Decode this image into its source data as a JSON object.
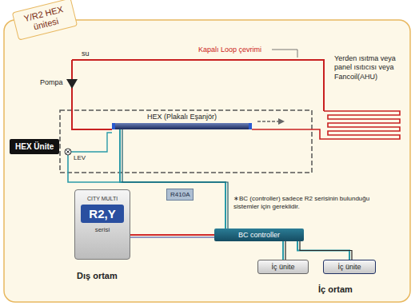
{
  "diagram": {
    "title": "Y/R2 HEX ünitesi",
    "nodes": [
      {
        "text": [
          "HEX Ünite"
        ]
      },
      {
        "text": [
          "HEX (Plakalı Eşanjör)"
        ]
      },
      {
        "text": [
          "CITY MULTI",
          "R2,Y",
          "serisi"
        ]
      },
      {
        "text": [
          "R410A"
        ]
      },
      {
        "text": [
          "BC controller"
        ]
      },
      {
        "text": [
          "İç ünite"
        ]
      },
      {
        "text": [
          "İç ünite"
        ]
      }
    ],
    "edges": [
      {
        "from": 2,
        "to": 4,
        "arrow": "none"
      },
      {
        "from": 1,
        "to": 4,
        "arrow": "none"
      },
      {
        "from": 4,
        "to": 5,
        "arrow": "none"
      },
      {
        "from": 4,
        "to": 6,
        "arrow": "none"
      }
    ],
    "labels": [
      "su",
      "Kapalı Loop çevrimi",
      "Pompa",
      "Yerden ısıtma veya panel ısıtıcısı veya Fancoil(AHU)",
      "LEV",
      "∗BC (controller) sadece R2 serisinin bulunduğu sistemler için gereklidir.",
      "Dış ortam",
      "İç ortam"
    ]
  }
}
